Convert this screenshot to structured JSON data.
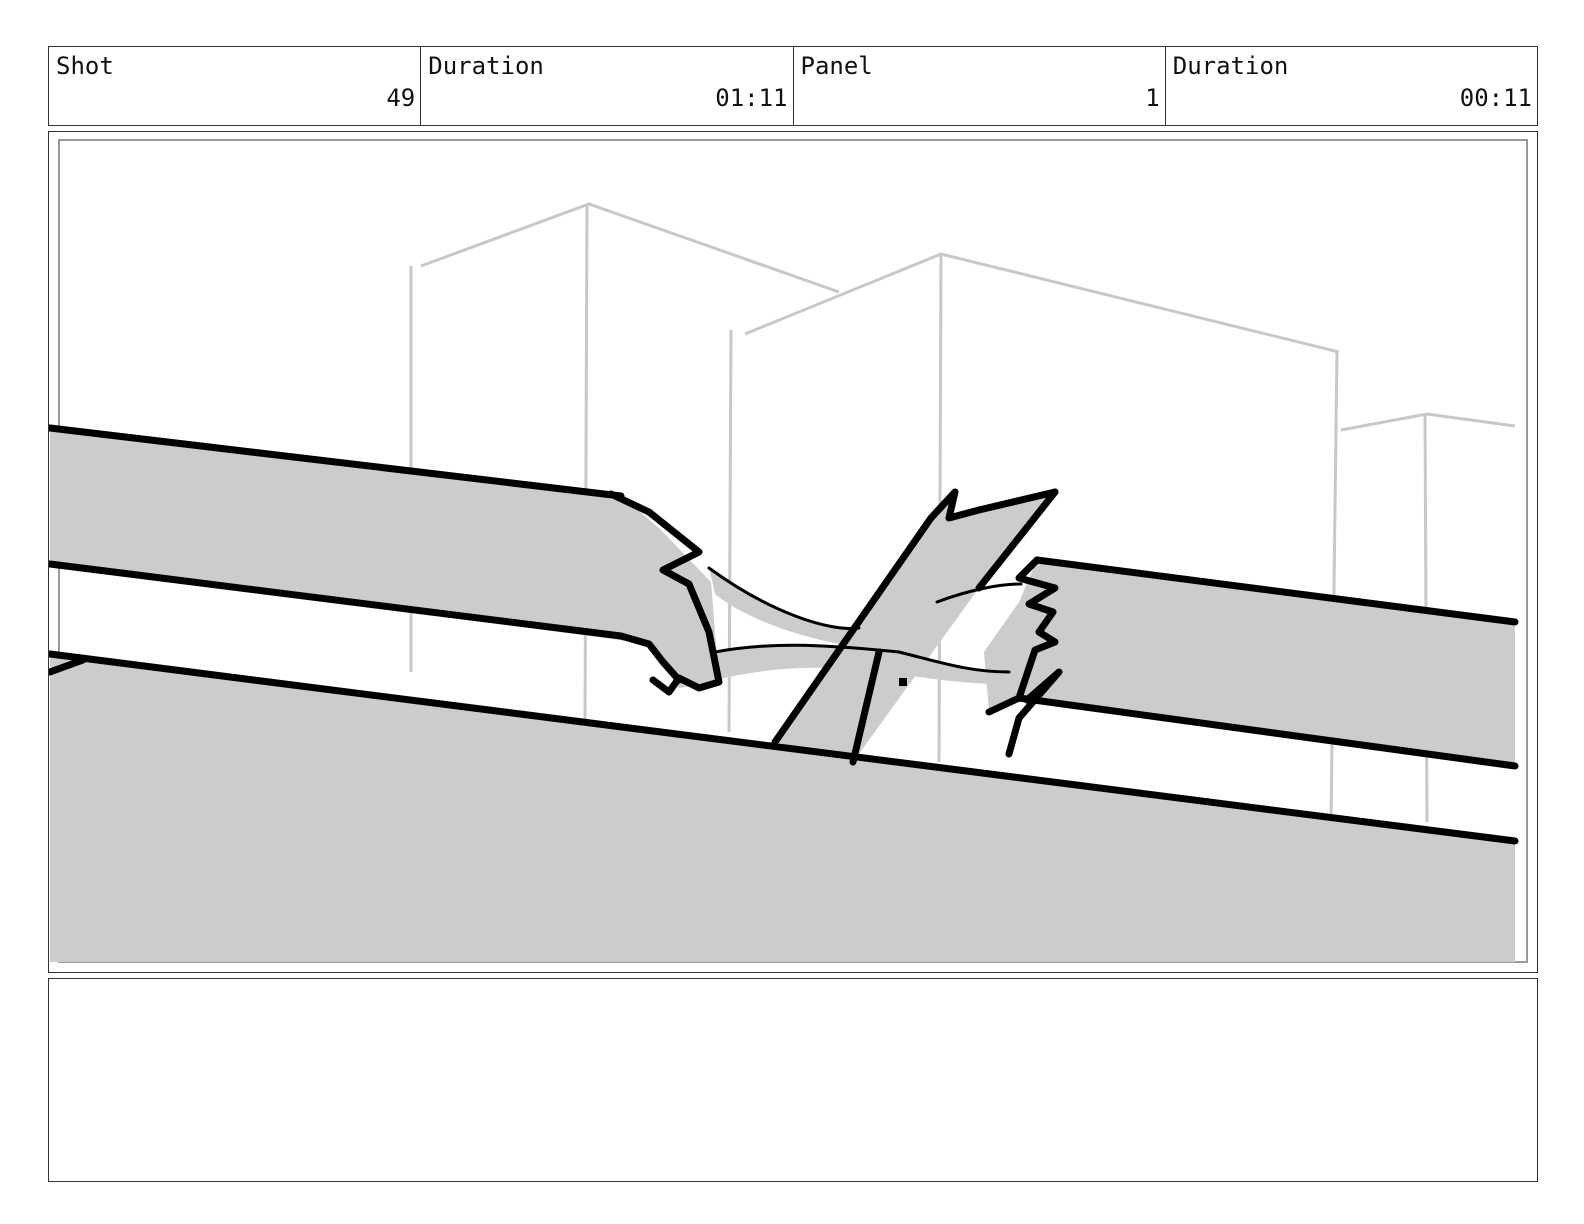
{
  "header": {
    "cells": [
      {
        "label": "Shot",
        "value": "49"
      },
      {
        "label": "Duration",
        "value": "01:11"
      },
      {
        "label": "Panel",
        "value": "1"
      },
      {
        "label": "Duration",
        "value": "00:11"
      }
    ]
  },
  "panel": {
    "sketch_colors": {
      "fill": "#cccccc",
      "ink": "#000000",
      "background_lines": "#c8c8c8"
    }
  },
  "notes": {
    "text": ""
  }
}
